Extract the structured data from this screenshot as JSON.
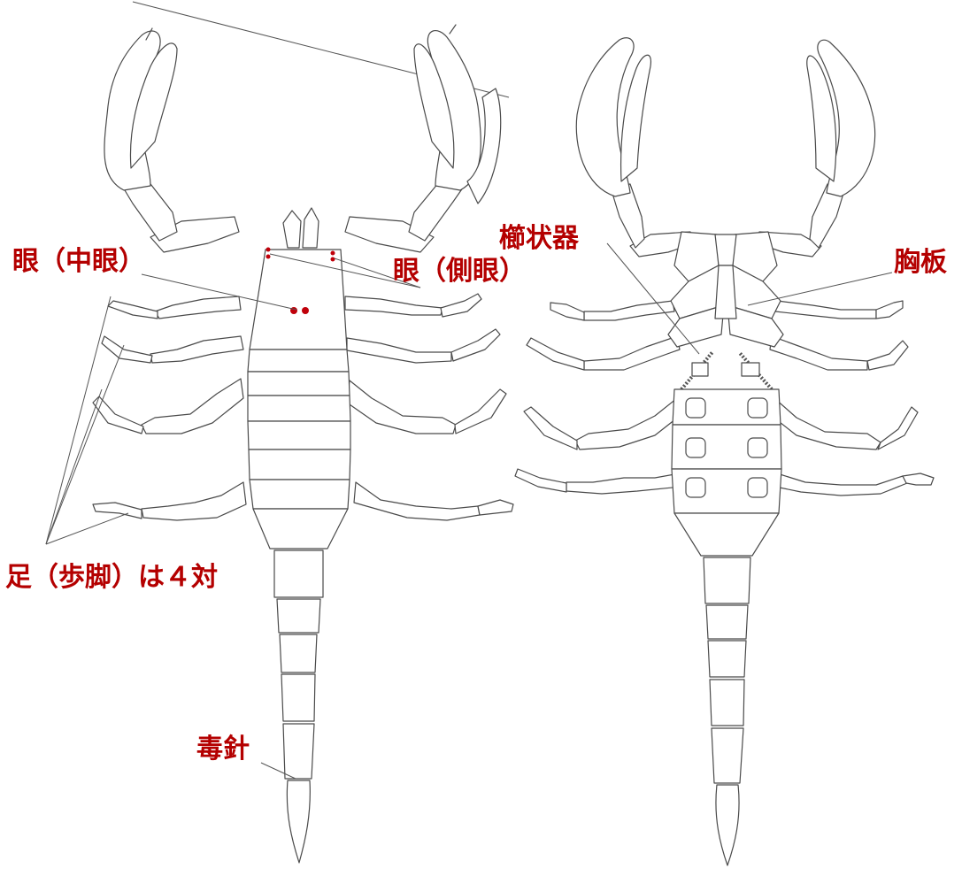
{
  "colors": {
    "label": "#b40000",
    "eye_dot": "#c0000a",
    "line": "#4a4a4a",
    "background": "#ffffff"
  },
  "labels": {
    "median_eye": "眼（中眼）",
    "lateral_eye": "眼（側眼）",
    "legs": "足（歩脚）は４対",
    "stinger": "毒針",
    "pectines": "櫛状器",
    "sternum": "胸板"
  },
  "views": [
    "dorsal",
    "ventral"
  ]
}
